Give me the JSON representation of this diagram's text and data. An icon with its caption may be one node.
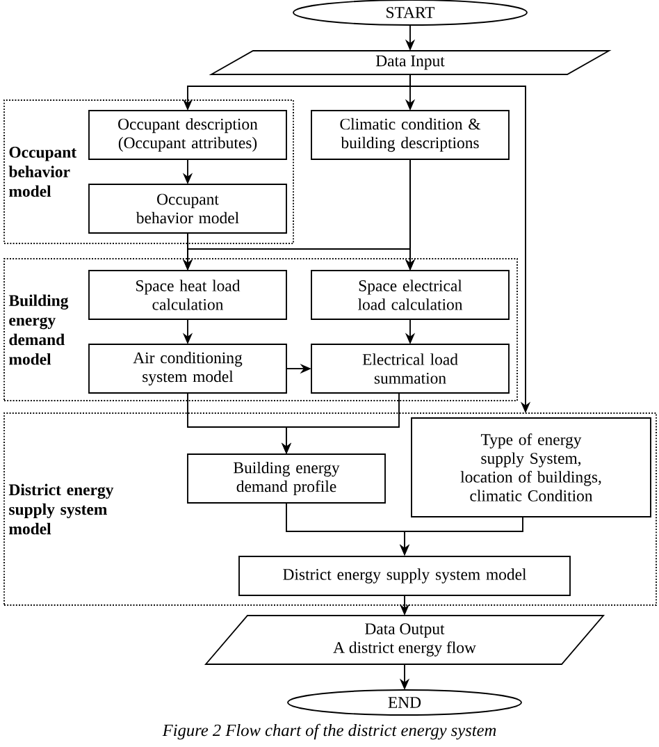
{
  "diagram": {
    "caption": "Figure 2 Flow chart of the district energy system",
    "nodes": [
      {
        "text": [
          "START"
        ]
      },
      {
        "text": [
          "Data Input"
        ]
      },
      {
        "text": [
          "Occupant behavior model"
        ]
      },
      {
        "text": [
          "Occupant description (Occupant attributes)"
        ],
        "in": 2
      },
      {
        "text": [
          "Occupant behavior model"
        ],
        "in": 2
      },
      {
        "text": [
          "Climatic condition & building descriptions"
        ]
      },
      {
        "text": [
          "Building energy demand model"
        ]
      },
      {
        "text": [
          "Space heat load calculation"
        ],
        "in": 6
      },
      {
        "text": [
          "Space electrical load calculation"
        ],
        "in": 6
      },
      {
        "text": [
          "Air conditioning system model"
        ],
        "in": 6
      },
      {
        "text": [
          "Electrical load summation"
        ],
        "in": 6
      },
      {
        "text": [
          "District energy supply system model"
        ]
      },
      {
        "text": [
          "Building energy demand profile"
        ],
        "in": 11
      },
      {
        "text": [
          "Type of energy supply System, location of buildings, climatic Condition"
        ],
        "in": 11
      },
      {
        "text": [
          "District energy supply system model"
        ],
        "in": 11
      },
      {
        "text": [
          "Data Output",
          "A district energy flow"
        ]
      },
      {
        "text": [
          "END"
        ]
      }
    ],
    "edges": [
      {
        "from": 0,
        "to": 1,
        "arrow": "to"
      },
      {
        "from": 1,
        "to": 3,
        "arrow": "to"
      },
      {
        "from": 1,
        "to": 5,
        "arrow": "to"
      },
      {
        "from": 1,
        "to": 11,
        "arrow": "to"
      },
      {
        "from": 3,
        "to": 4,
        "arrow": "to"
      },
      {
        "from": 4,
        "to": 7,
        "arrow": "to"
      },
      {
        "from": 4,
        "to": 8,
        "arrow": "to"
      },
      {
        "from": 5,
        "to": 7,
        "arrow": "to"
      },
      {
        "from": 5,
        "to": 8,
        "arrow": "to"
      },
      {
        "from": 7,
        "to": 9,
        "arrow": "to"
      },
      {
        "from": 8,
        "to": 10,
        "arrow": "to"
      },
      {
        "from": 9,
        "to": 10,
        "arrow": "to"
      },
      {
        "from": 9,
        "to": 12,
        "arrow": "to"
      },
      {
        "from": 10,
        "to": 12,
        "arrow": "to"
      },
      {
        "from": 12,
        "to": 14,
        "arrow": "to"
      },
      {
        "from": 13,
        "to": 14,
        "arrow": "to"
      },
      {
        "from": 14,
        "to": 15,
        "arrow": "to"
      },
      {
        "from": 15,
        "to": 16,
        "arrow": "to"
      }
    ]
  }
}
